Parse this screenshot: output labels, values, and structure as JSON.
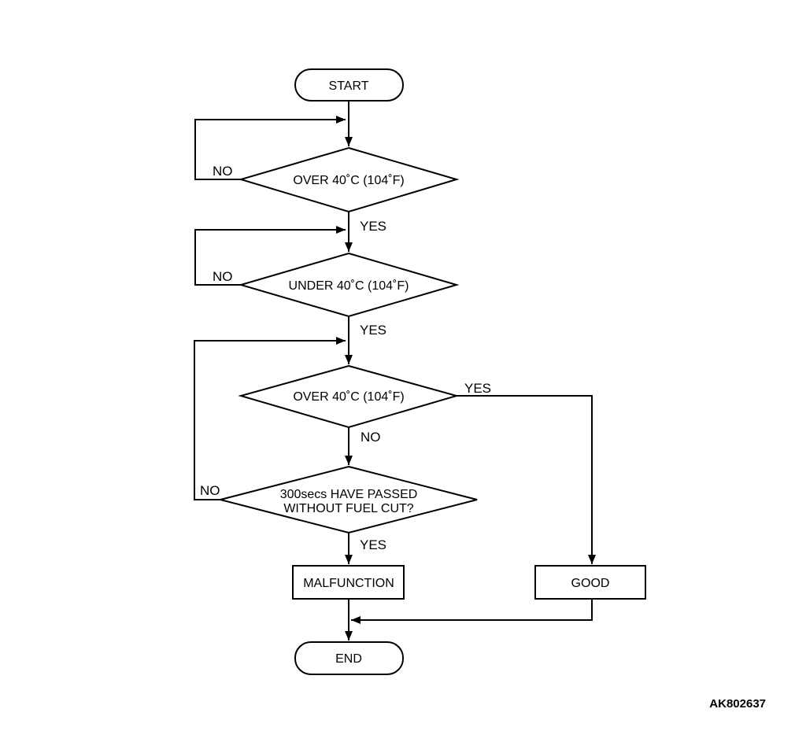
{
  "diagram": {
    "type": "flowchart",
    "figure_code": "AK802637",
    "colors": {
      "background": "#ffffff",
      "line": "#000000",
      "text": "#000000"
    },
    "nodes": {
      "start": {
        "type": "terminator",
        "label": "START"
      },
      "decision1": {
        "type": "decision",
        "label": "OVER 40˚C (104˚F)"
      },
      "decision2": {
        "type": "decision",
        "label": "UNDER 40˚C (104˚F)"
      },
      "decision3": {
        "type": "decision",
        "label": "OVER 40˚C (104˚F)"
      },
      "decision4": {
        "type": "decision",
        "label_line1": "300secs HAVE PASSED",
        "label_line2": "WITHOUT FUEL CUT?"
      },
      "malfunction": {
        "type": "process",
        "label": "MALFUNCTION"
      },
      "good": {
        "type": "process",
        "label": "GOOD"
      },
      "end": {
        "type": "terminator",
        "label": "END"
      }
    },
    "edge_labels": {
      "decision1_no": "NO",
      "decision1_yes": "YES",
      "decision2_no": "NO",
      "decision2_yes": "YES",
      "decision3_yes": "YES",
      "decision3_no": "NO",
      "decision4_no": "NO",
      "decision4_yes": "YES"
    },
    "edges": [
      {
        "from": "start",
        "to": "decision1",
        "label": ""
      },
      {
        "from": "decision1",
        "to": "decision1",
        "label": "NO",
        "note": "loop back to own input"
      },
      {
        "from": "decision1",
        "to": "decision2",
        "label": "YES"
      },
      {
        "from": "decision2",
        "to": "decision2",
        "label": "NO",
        "note": "loop back to own input"
      },
      {
        "from": "decision2",
        "to": "decision3",
        "label": "YES"
      },
      {
        "from": "decision3",
        "to": "good",
        "label": "YES"
      },
      {
        "from": "decision3",
        "to": "decision4",
        "label": "NO"
      },
      {
        "from": "decision4",
        "to": "decision3",
        "label": "NO",
        "note": "loop back to decision3 input"
      },
      {
        "from": "decision4",
        "to": "malfunction",
        "label": "YES"
      },
      {
        "from": "malfunction",
        "to": "end",
        "label": ""
      },
      {
        "from": "good",
        "to": "end",
        "label": ""
      }
    ]
  }
}
